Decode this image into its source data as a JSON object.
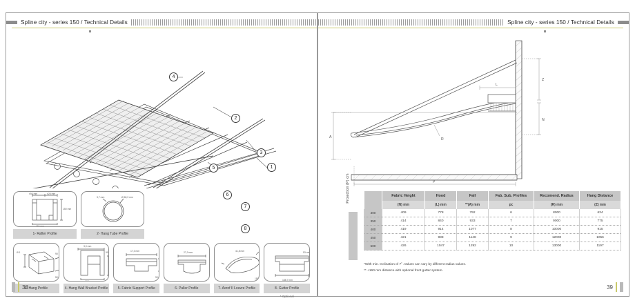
{
  "spread": {
    "left_page": {
      "header_title": "Spline city - series 150 /  Technical Details",
      "page_number": "38",
      "drawing_name": "isometric-exploded-pergola-drawing",
      "callouts": [
        "1",
        "2",
        "3",
        "4",
        "5",
        "6",
        "7",
        "8"
      ],
      "profiles": [
        {
          "n": "1",
          "label": "1- Rafter Profile",
          "dims": [
            "±50 mm",
            "±25 mm",
            "150 mm",
            "115 mm"
          ]
        },
        {
          "n": "2",
          "label": "2- Hang Tube Profile",
          "dims": [
            "3,7 mm",
            "Ø 60,3 mm"
          ]
        },
        {
          "n": "3",
          "label": "3- Hang Profile",
          "dims": [
            "Ø 1",
            "90 mm",
            "50 mm"
          ]
        },
        {
          "n": "4",
          "label": "4- Hang Wall Bracket Profile",
          "dims": [
            "3,0 mm",
            "90 mm",
            "162 mm"
          ]
        },
        {
          "n": "5",
          "label": "5- Fabric Support Profile",
          "dims": [
            "17,0 mm",
            "90 mm"
          ]
        },
        {
          "n": "6",
          "label": "6- Puller Profile",
          "dims": [
            "27,0 mm"
          ]
        },
        {
          "n": "7",
          "label": "7- Aerof II Louvre Profile",
          "dims": [
            "41,8 mm",
            "150 mm"
          ]
        },
        {
          "n": "8",
          "label": "8- Gutter Profile",
          "dims": [
            "53 mm",
            "188,7 mm"
          ],
          "optional_note": "* Optional"
        }
      ]
    },
    "right_page": {
      "header_title": "Spline city - series 150 /  Technical Details",
      "page_number": "39",
      "drawing_name": "side-elevation-section-drawing",
      "dimension_labels": [
        "A",
        "R",
        "L",
        "N",
        "Z",
        "P"
      ],
      "notes": [
        "*With min. Inclination of 7˚ .Values can vary by different radius  values.",
        "** +160 mm distance with optional front gutter system."
      ]
    }
  },
  "table": {
    "row_group_label": "Projection (P) cm",
    "headers_primary": [
      "",
      "Fabric Height",
      "Hood",
      "Fall",
      "Fab. Sub. Profiles",
      "Recomend. Radius",
      "Hang Distance"
    ],
    "headers_units": [
      "",
      "(N) mm",
      "(L) mm",
      "**(A) mm",
      "pc",
      "(R) mm",
      "(Z) mm"
    ],
    "rows": [
      {
        "projection": "300",
        "fabric_height": "409",
        "hood": "778",
        "fall": "792",
        "sub_profiles": "6",
        "radius": "8000",
        "hang_distance": "634"
      },
      {
        "projection": "350",
        "fabric_height": "414",
        "hood": "840",
        "fall": "933",
        "sub_profiles": "7",
        "radius": "9000",
        "hang_distance": "775"
      },
      {
        "projection": "400",
        "fabric_height": "419",
        "hood": "914",
        "fall": "1077",
        "sub_profiles": "8",
        "radius": "10000",
        "hang_distance": "915"
      },
      {
        "projection": "450",
        "fabric_height": "421",
        "hood": "988",
        "fall": "1148",
        "sub_profiles": "9",
        "radius": "12000",
        "hang_distance": "1056"
      },
      {
        "projection": "500",
        "fabric_height": "426",
        "hood": "1047",
        "fall": "1292",
        "sub_profiles": "10",
        "radius": "13000",
        "hang_distance": "1197"
      }
    ]
  },
  "colors": {
    "accent_rule": "#c9c96a",
    "header_block": "#8d8d8d",
    "table_header": "#c6c6c6",
    "table_subheader": "#d9d9d9",
    "label_chip": "#d4d4d4"
  }
}
